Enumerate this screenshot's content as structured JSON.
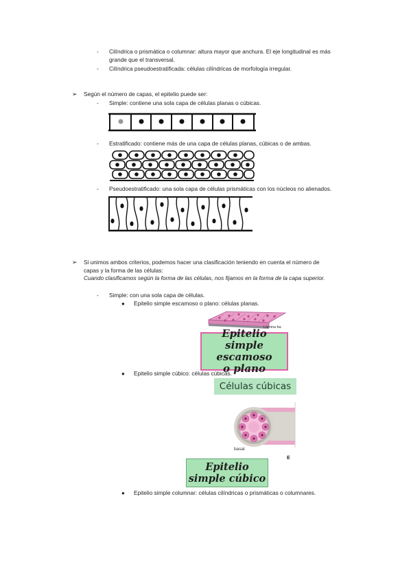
{
  "sections": {
    "top_items": [
      {
        "bullet": "-",
        "lines": [
          "Cilíndrica o prismática o columnar: altura mayor que anchura. El eje longitudinal es más",
          "grande que el transversal."
        ]
      },
      {
        "bullet": "-",
        "lines": [
          "Cilíndrica pseudoestratificada: células cilíndricas de morfología irregular."
        ]
      }
    ],
    "capas": {
      "bullet": "➢",
      "intro": "Según el número de capas, el epitelio puede ser:",
      "items": [
        {
          "bullet": "-",
          "text": "Simple: contiene una sola capa de células planas o cúbicas."
        },
        {
          "bullet": "-",
          "text": "Estratificado: contiene más de una capa de células planas, cúbicas o de ambas."
        },
        {
          "bullet": "-",
          "text": "Pseudoestratificado: una sola capa de células prismáticas con los núcleos no alienados."
        }
      ]
    },
    "criterios": {
      "bullet": "➢",
      "lines": [
        "Si unimos ambos criterios, podemos hacer una clasificación teniendo en cuenta el número de",
        "capas y la forma de las células:"
      ],
      "italic_note": "Cuando clasificamos según la forma de las células, nos fijamos en la forma de la capa superior.",
      "simple": {
        "bullet": "-",
        "text": "Simple: con una sola capa de células.",
        "subitems": [
          {
            "bullet": "●",
            "text": "Epitelio simple escamoso o plano: células planas."
          },
          {
            "bullet": "●",
            "text": "Epitelio simple cúbico: células cúbicas."
          },
          {
            "bullet": "●",
            "text": "Epitelio simple columnar: células cilíndricas o prismáticas o columnares."
          }
        ]
      }
    }
  },
  "figures": {
    "escamoso": {
      "tag": "Lámina ba",
      "label_lines": [
        "Epitelio",
        "simple escamoso",
        "o plano"
      ]
    },
    "cubicas_header": "Células cúbicas",
    "cubico": {
      "tag": "basal",
      "letter": "E",
      "label_lines": [
        "Epitelio",
        "simple cúbico"
      ]
    }
  },
  "colors": {
    "text": "#222222",
    "label_green": "#a9e2b4",
    "label_border_pink": "#e060a8",
    "header_green": "#b4e4c0",
    "tissue_pink": "#e9a0c8"
  }
}
